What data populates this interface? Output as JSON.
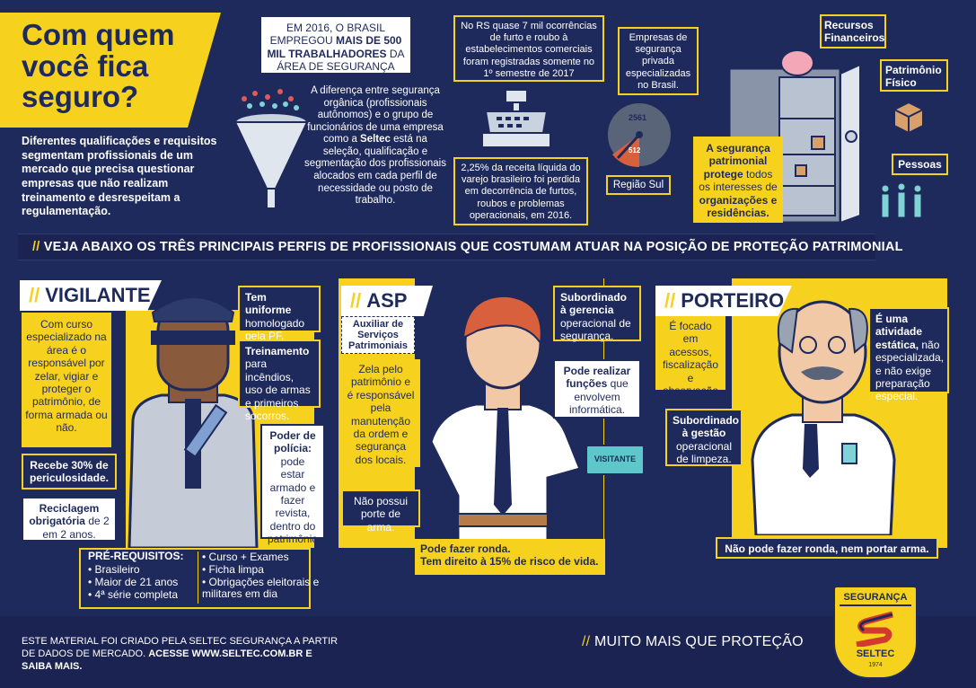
{
  "header": {
    "title": "Com quem você fica seguro?",
    "intro": "Diferentes qualificações e requisitos segmentam profissionais de um mercado que precisa questionar empresas que não realizam treinamento e desrespeitam a regulamentação."
  },
  "stats": {
    "brasil_pre": "EM 2016, O BRASIL EMPREGOU ",
    "brasil_bold": "MAIS DE 500 MIL TRABALHADORES",
    "brasil_post": " DA ÁREA DE SEGURANÇA",
    "funnel_text_a": "A diferença entre segurança orgânica (profissionais autônomos) e o grupo de funcionários de uma empresa como a ",
    "funnel_bold": "Seltec",
    "funnel_text_b": " está na seleção, qualificação e segmentação dos profissionais alocados em cada perfil de necessidade ou posto de trabalho.",
    "rs_text": "No RS quase 7 mil ocorrências de furto e roubo à estabelecimentos comerciais foram registradas somente no 1º semestre de 2017",
    "receita_text": "2,25% da receita líquida do varejo brasileiro foi perdida em decorrência de furtos, roubos e problemas operacionais, em 2016.",
    "empresas_text": "Empresas de segurança privada especializadas no Brasil.",
    "gauge_total": "2561",
    "gauge_sul": "512",
    "sul_label": "Região Sul"
  },
  "safe": {
    "recursos": "Recursos Financeiros",
    "patrimonio": "Patrimônio Físico",
    "pessoas": "Pessoas",
    "protege_a": "A segurança patrimonial protege",
    "protege_b": " todos os interesses de ",
    "protege_c": "organizações e residências."
  },
  "section": {
    "title": "VEJA ABAIXO OS TRÊS PRINCIPAIS PERFIS DE PROFISSIONAIS QUE COSTUMAM ATUAR NA POSIÇÃO DE PROTEÇÃO PATRIMONIAL",
    "slashes": "//"
  },
  "vigilante": {
    "tag": "VIGILANTE",
    "desc": "Com curso especializado na área é o responsável por zelar, vigiar e proteger o patrimônio, de forma armada ou não.",
    "periculosidade": "Recebe 30% de periculosidade.",
    "reciclagem_bold": "Reciclagem obrigatória",
    "reciclagem_rest": " de 2 em 2 anos.",
    "uniforme_bold": "Tem uniforme",
    "uniforme_rest": " homologado pela PF.",
    "treinamento_bold": "Treinamento",
    "treinamento_rest": " para incêndios, uso de armas e primeiros socorros.",
    "poder_bold": "Poder de polícia:",
    "poder_rest": " pode estar armado e fazer revista, dentro do patrimônio privado",
    "prereq_title": "PRÉ-REQUISITOS:",
    "prereq_a": [
      "Brasileiro",
      "Maior de 21 anos",
      "4ª série completa"
    ],
    "prereq_b": [
      "Curso + Exames",
      "Ficha limpa",
      "Obrigações eleitorais e militares em dia"
    ]
  },
  "asp": {
    "tag": "ASP",
    "subtitle": "Auxiliar de Serviços Patrimoniais",
    "desc": "Zela pelo patrimônio e é responsável pela manutenção da ordem e segurança dos locais.",
    "arma": "Não possui porte de arma.",
    "subordinado_bold": "Subordinado à gerencia",
    "subordinado_rest": " operacional de segurança.",
    "funcoes_bold": "Pode realizar funções",
    "funcoes_rest": " que envolvem informática.",
    "ronda_a": "Pode fazer ronda.",
    "ronda_b": "Tem direito à 15% de risco de vida.",
    "badge": "VISITANTE"
  },
  "porteiro": {
    "tag": "PORTEIRO",
    "desc": "É focado em acessos, fiscalização e observação dos locais.",
    "subordinado_bold": "Subordinado à gestão",
    "subordinado_rest": " operacional de limpeza.",
    "estatica_bold": "É uma atividade estática,",
    "estatica_rest": " não especializada, e não exige preparação especial.",
    "ronda": "Não pode fazer ronda, nem portar arma."
  },
  "footer": {
    "text_a": "ESTE MATERIAL FOI CRIADO PELA SELTEC SEGURANÇA A PARTIR DE DADOS DE MERCADO. ",
    "text_b": "ACESSE WWW.SELTEC.COM.BR E SAIBA MAIS.",
    "slogan_slashes": "//",
    "slogan": "MUITO MAIS QUE PROTEÇÃO",
    "logo_top": "SEGURANÇA",
    "logo_name": "SELTEC",
    "logo_year": "1974"
  },
  "colors": {
    "navy": "#1f2a5c",
    "yellow": "#f6d11e",
    "white": "#ffffff",
    "teal": "#5ec7c9"
  }
}
